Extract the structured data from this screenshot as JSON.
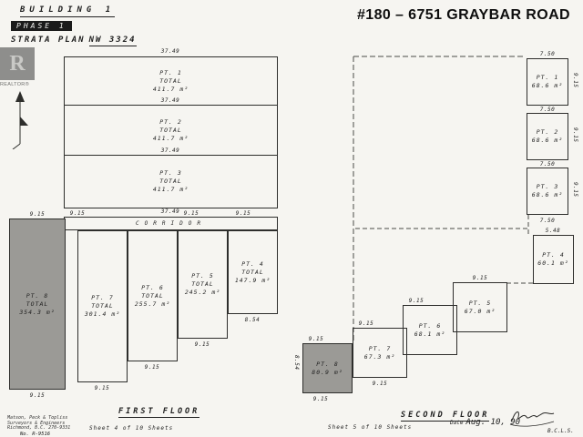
{
  "page": {
    "title": "#180 – 6751 GRAYBAR ROAD",
    "building_label": "BUILDING 1",
    "phase_label": "PHASE 1",
    "strata_plan_label": "STRATA PLAN",
    "strata_plan_number": "NW 3324"
  },
  "logo": {
    "letter": "R",
    "label": "REALTOR®"
  },
  "dims": {
    "d3749": "37.49",
    "d915": "9.15",
    "d854": "8.54",
    "d750": "7.50",
    "d548": "5.48"
  },
  "first_floor": {
    "floor_label": "FIRST FLOOR",
    "corridor_label": "CORRIDOR",
    "total_label": "TOTAL",
    "top_units": [
      {
        "name": "PT. 1",
        "area": "411.7 m²"
      },
      {
        "name": "PT. 2",
        "area": "411.7 m²"
      },
      {
        "name": "PT. 3",
        "area": "411.7 m²"
      }
    ],
    "lower_units": [
      {
        "name": "PT. 4",
        "area": "147.9 m²"
      },
      {
        "name": "PT. 5",
        "area": "245.2 m²"
      },
      {
        "name": "PT. 6",
        "area": "255.7 m²"
      },
      {
        "name": "PT. 7",
        "area": "301.4 m²"
      },
      {
        "name": "PT. 8",
        "area": "354.3 m²"
      }
    ],
    "sheet_label": "Sheet 4 of 10 Sheets"
  },
  "second_floor": {
    "floor_label": "SECOND FLOOR",
    "units": [
      {
        "name": "PT. 1",
        "area": "68.6 m²"
      },
      {
        "name": "PT. 2",
        "area": "68.6 m²"
      },
      {
        "name": "PT. 3",
        "area": "68.6 m²"
      },
      {
        "name": "PT. 4",
        "area": "60.1 m²"
      },
      {
        "name": "PT. 5",
        "area": "67.0 m²"
      },
      {
        "name": "PT. 6",
        "area": "68.1 m²"
      },
      {
        "name": "PT. 7",
        "area": "67.3 m²"
      },
      {
        "name": "PT. 8",
        "area": "80.9 m²"
      }
    ],
    "sheet_label": "Sheet 5 of 10 Sheets"
  },
  "footer": {
    "firm_line1": "Matson, Peck & Topliss",
    "firm_line2": "Surveyors & Engineers",
    "firm_line3": "Richmond, B.C. 270-9331",
    "file_no": "No. R-9516",
    "date_label": "Date",
    "date_value": "Aug. 10, 90",
    "surveyor_title": "B.C.L.S."
  }
}
